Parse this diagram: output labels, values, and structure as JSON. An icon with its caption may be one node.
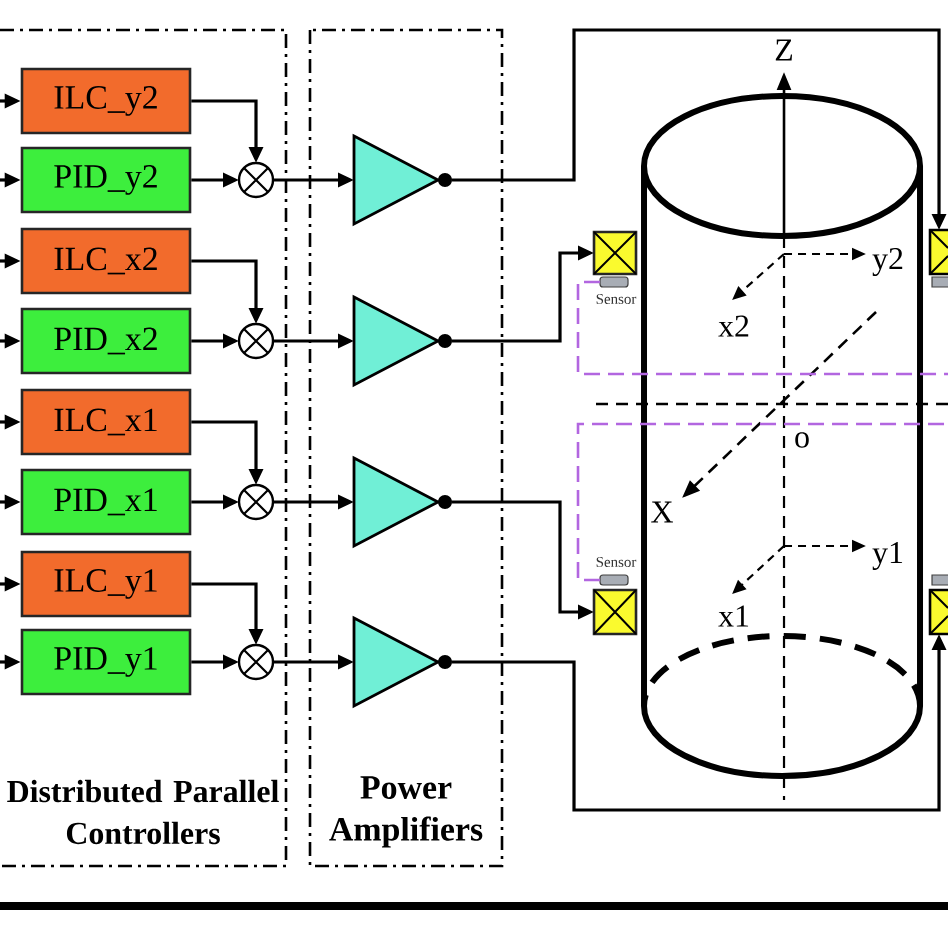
{
  "diagram": {
    "nodes": [
      {
        "text": [
          "Distributed Parallel Controllers"
        ]
      },
      {
        "text": [
          "ILC_y2"
        ],
        "in": 0
      },
      {
        "text": [
          "PID_y2"
        ],
        "in": 0
      },
      {
        "text": [
          "ILC_x2"
        ],
        "in": 0
      },
      {
        "text": [
          "PID_x2"
        ],
        "in": 0
      },
      {
        "text": [
          "ILC_x1"
        ],
        "in": 0
      },
      {
        "text": [
          "PID_x1"
        ],
        "in": 0
      },
      {
        "text": [
          "ILC_y1"
        ],
        "in": 0
      },
      {
        "text": [
          "PID_y1"
        ],
        "in": 0
      },
      {
        "text": [],
        "shape": "circle",
        "in": 0
      },
      {
        "text": [],
        "shape": "circle",
        "in": 0
      },
      {
        "text": [],
        "shape": "circle",
        "in": 0
      },
      {
        "text": [],
        "shape": "circle",
        "in": 0
      },
      {
        "text": [
          "Power Amplifiers"
        ]
      },
      {
        "text": [],
        "shape": "triangle",
        "in": 13
      },
      {
        "text": [],
        "shape": "triangle",
        "in": 13
      },
      {
        "text": [],
        "shape": "triangle",
        "in": 13
      },
      {
        "text": [],
        "shape": "triangle",
        "in": 13
      },
      {
        "text": [],
        "shape": "box"
      },
      {
        "text": [
          "Sensor"
        ]
      },
      {
        "text": [
          "Sensor"
        ]
      },
      {
        "text": [],
        "shape": "box"
      },
      {
        "text": [],
        "shape": "box"
      },
      {
        "text": [],
        "shape": "box"
      }
    ],
    "edges": [
      {
        "from": null,
        "to": 1,
        "arrow": "to"
      },
      {
        "from": null,
        "to": 2,
        "arrow": "to"
      },
      {
        "from": null,
        "to": 3,
        "arrow": "to"
      },
      {
        "from": null,
        "to": 4,
        "arrow": "to"
      },
      {
        "from": null,
        "to": 5,
        "arrow": "to"
      },
      {
        "from": null,
        "to": 6,
        "arrow": "to"
      },
      {
        "from": null,
        "to": 7,
        "arrow": "to"
      },
      {
        "from": null,
        "to": 8,
        "arrow": "to"
      },
      {
        "from": 1,
        "to": 9,
        "arrow": "to"
      },
      {
        "from": 2,
        "to": 9,
        "arrow": "to"
      },
      {
        "from": 3,
        "to": 10,
        "arrow": "to"
      },
      {
        "from": 4,
        "to": 10,
        "arrow": "to"
      },
      {
        "from": 5,
        "to": 11,
        "arrow": "to"
      },
      {
        "from": 6,
        "to": 11,
        "arrow": "to"
      },
      {
        "from": 7,
        "to": 12,
        "arrow": "to"
      },
      {
        "from": 8,
        "to": 12,
        "arrow": "to"
      },
      {
        "from": 9,
        "to": 14,
        "arrow": "to"
      },
      {
        "from": 10,
        "to": 15,
        "arrow": "to"
      },
      {
        "from": 11,
        "to": 16,
        "arrow": "to"
      },
      {
        "from": 12,
        "to": 17,
        "arrow": "to"
      },
      {
        "from": 14,
        "to": 22,
        "arrow": "to"
      },
      {
        "from": 15,
        "to": 18,
        "arrow": "to"
      },
      {
        "from": 16,
        "to": 21,
        "arrow": "to"
      },
      {
        "from": 17,
        "to": 23,
        "arrow": "to"
      },
      {
        "from": 19,
        "to": null,
        "arrow": "none",
        "style": "dashed",
        "color": "#b266e0"
      },
      {
        "from": 20,
        "to": null,
        "arrow": "none",
        "style": "dashed",
        "color": "#b266e0"
      }
    ],
    "labels": [
      "Z",
      "y2",
      "x2",
      "o",
      "X",
      "y1",
      "x1"
    ]
  }
}
